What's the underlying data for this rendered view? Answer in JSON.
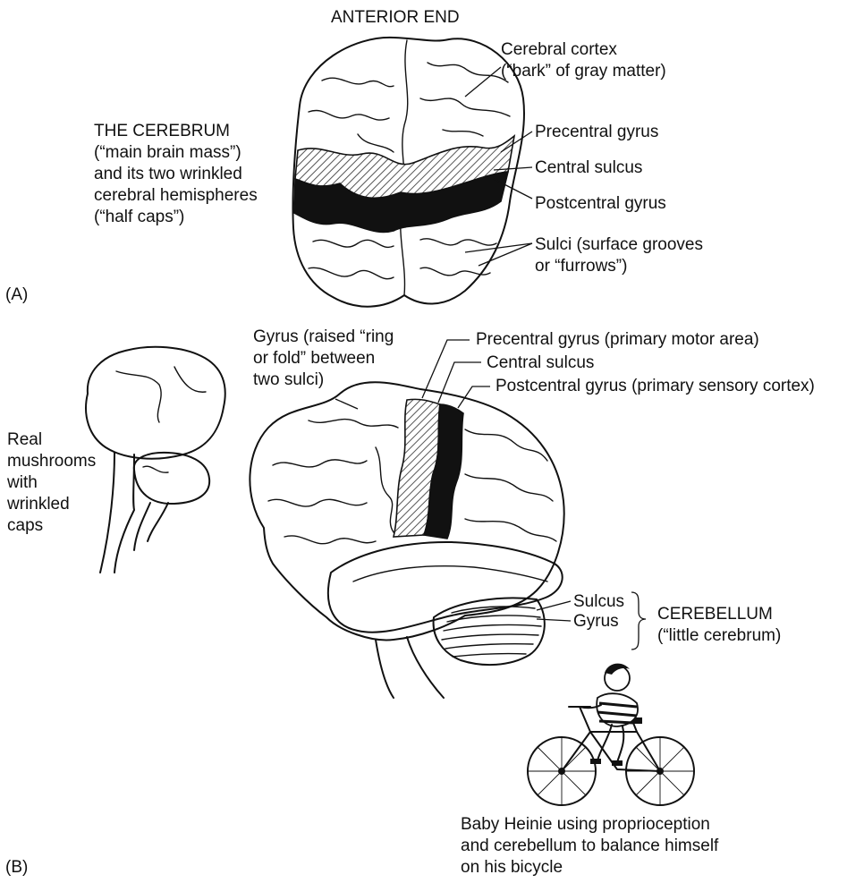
{
  "panel_a": {
    "heading": "ANTERIOR END",
    "panel_label": "(A)",
    "cerebrum_text": "THE CEREBRUM\n(“main brain mass”)\nand its two wrinkled\ncerebral hemispheres\n(“half caps”)",
    "labels": {
      "cortex": "Cerebral cortex\n(“bark” of gray matter)",
      "precentral": "Precentral gyrus",
      "central": "Central sulcus",
      "postcentral": "Postcentral gyrus",
      "sulci": "Sulci (surface grooves\nor “furrows”)"
    }
  },
  "panel_b": {
    "panel_label": "(B)",
    "mushroom_text": "Real\nmushrooms\nwith\nwrinkled\ncaps",
    "labels": {
      "gyrus": "Gyrus (raised “ring\nor fold” between\ntwo sulci)",
      "precentral": "Precentral gyrus (primary motor area)",
      "central": "Central sulcus",
      "postcentral": "Postcentral gyrus (primary sensory cortex)",
      "sulcus": "Sulcus",
      "gyrus_small": "Gyrus",
      "cerebellum": "CEREBELLUM\n(“little cerebrum)"
    },
    "caption": "Baby Heinie using proprioception\nand cerebellum to balance himself\non his bicycle"
  },
  "colors": {
    "ink": "#111111",
    "background": "#ffffff",
    "hatch_gray": "#8a8a8a",
    "dark_band": "#111111"
  }
}
